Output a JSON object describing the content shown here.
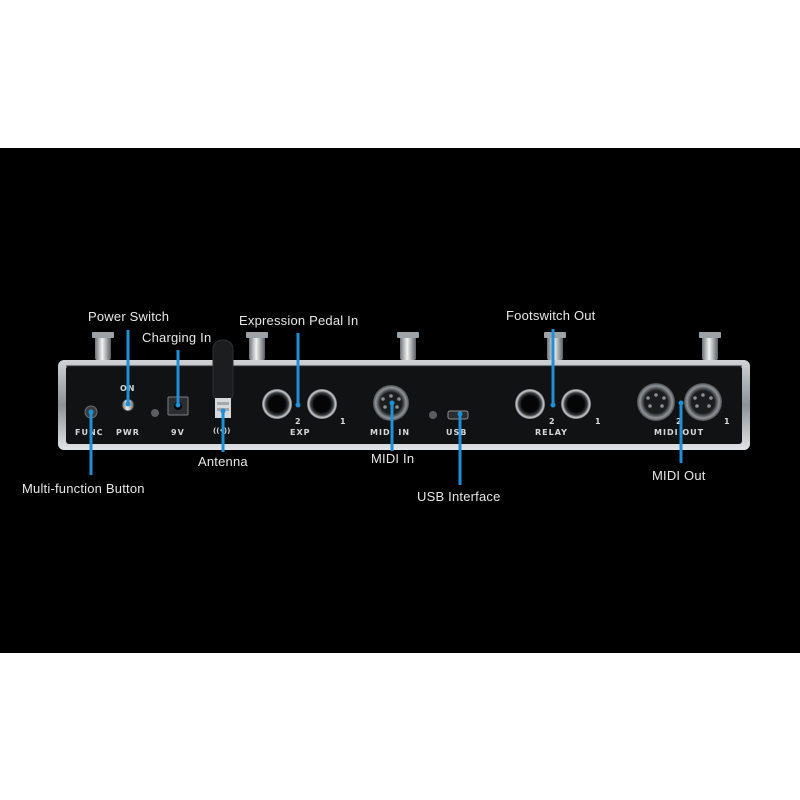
{
  "callouts": {
    "power_switch": "Power Switch",
    "charging_in": "Charging In",
    "expression_pedal_in": "Expression Pedal In",
    "footswitch_out": "Footswitch Out",
    "antenna": "Antenna",
    "midi_in": "MIDI In",
    "multi_function_button": "Multi-function Button",
    "usb_interface": "USB Interface",
    "midi_out": "MIDI Out"
  },
  "panel_labels": {
    "on": "ON",
    "func": "FUNC",
    "pwr": "PWR",
    "nine_v": "9V",
    "wireless_symbol": "((•))",
    "exp_2": "2",
    "exp_1": "1",
    "exp": "EXP",
    "midi_in": "MIDI IN",
    "usb": "USB",
    "relay_2": "2",
    "relay_1": "1",
    "relay": "RELAY",
    "midi_out_2": "2",
    "midi_out": "MIDI OUT",
    "midi_out_1": "1"
  },
  "colors": {
    "background_band": "#000000",
    "leader_lines": "#1f8fd6",
    "device_body": "#111214",
    "callout_text": "#e8e8e8"
  }
}
